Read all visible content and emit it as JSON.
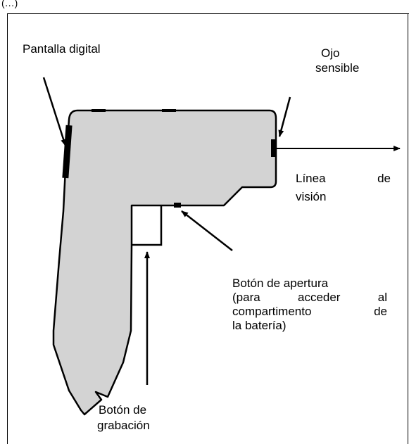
{
  "figure": {
    "corner_fragment": "(…)",
    "labels": {
      "pantalla": "Pantalla digital",
      "ojo_line1": "Ojo",
      "ojo_line2": "sensible",
      "linea_word1": "Línea",
      "linea_word2": "de",
      "linea_line2": "visión",
      "boton_apertura_line1": "Botón de apertura",
      "boton_apertura_line2_w1": "(para",
      "boton_apertura_line2_w2": "acceder",
      "boton_apertura_line2_w3": "al",
      "boton_apertura_line3_w1": "compartimento",
      "boton_apertura_line3_w2": "de",
      "boton_apertura_line4": "la batería)",
      "boton_grabacion_line1": "Botón de",
      "boton_grabacion_line2": "grabación"
    }
  },
  "colors": {
    "body_fill": "#d3d3d3",
    "outline": "#000000",
    "background": "#ffffff"
  }
}
